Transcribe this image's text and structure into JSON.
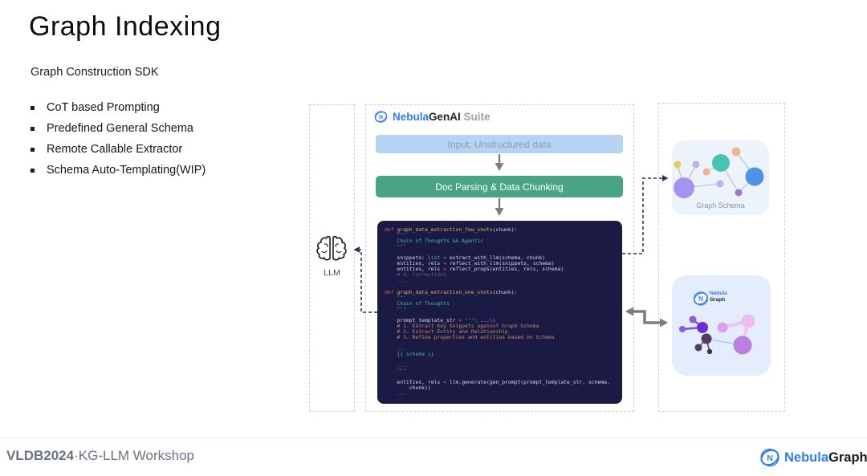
{
  "slide": {
    "title": "Graph Indexing",
    "subtitle": "Graph Construction SDK",
    "bullets": [
      "CoT based Prompting",
      "Predefined General Schema",
      "Remote Callable Extractor",
      "Schema Auto-Templating(WIP)"
    ]
  },
  "diagram": {
    "llm_label": "LLM",
    "suite_header": {
      "brand_nebula": "Nebula",
      "brand_genai": "GenAI",
      "brand_suite": " Suite"
    },
    "input_bar": "Input: Unstructured data",
    "process_bar": "Doc Parsing & Data Chunking",
    "schema_card_label": "Graph Schema",
    "nebula_card_logo": {
      "line1": "Nebula",
      "line2": "Graph"
    }
  },
  "code": {
    "lines": [
      [
        [
          "kw",
          "def "
        ],
        [
          "fn",
          "graph_data_extraction_few_shots"
        ],
        [
          "pl",
          "(chunk):"
        ]
      ],
      [
        [
          "doc",
          "    \"\"\""
        ]
      ],
      [
        [
          "docb",
          "    Chain of Thoughts && Agentic"
        ]
      ],
      [
        [
          "doc",
          "    \"\"\""
        ]
      ],
      [],
      [
        [
          "pl",
          "    snippets: "
        ],
        [
          "ty",
          "list"
        ],
        [
          "op",
          " = "
        ],
        [
          "pl",
          "extract_with_llm(schema, chunk)"
        ]
      ],
      [
        [
          "pl",
          "    entities, rels "
        ],
        [
          "op",
          "= "
        ],
        [
          "pl",
          "reflect_with_llm(snippets, schema)"
        ]
      ],
      [
        [
          "pl",
          "    entities, rels "
        ],
        [
          "op",
          "= "
        ],
        [
          "pl",
          "reflect_props(entities, rels, schema)"
        ]
      ],
      [
        [
          "cm",
          "    # 4. Corrections ..."
        ]
      ],
      [
        [
          "doc",
          "    ..."
        ]
      ],
      [],
      [
        [
          "kw",
          "def "
        ],
        [
          "fn",
          "graph_data_extraction_one_shots"
        ],
        [
          "pl",
          "(chunk):"
        ]
      ],
      [
        [
          "doc",
          "    \"\"\""
        ]
      ],
      [
        [
          "docb",
          "    Chain of Thoughts"
        ]
      ],
      [
        [
          "doc",
          "    \"\"\""
        ]
      ],
      [],
      [
        [
          "pl",
          "    prompt_template_str "
        ],
        [
          "op",
          "= "
        ],
        [
          "doc",
          "\"\"\"\\"
        ],
        [
          "pl",
          " ..."
        ],
        [
          "esc",
          "\\n"
        ]
      ],
      [
        [
          "str",
          "    # 1. Extract Key Snippets against Graph Schema"
        ]
      ],
      [
        [
          "str",
          "    # 2. Extract Entity and Relationship"
        ]
      ],
      [
        [
          "str",
          "    # 3. Refine properties and entities based on Schema"
        ]
      ],
      [],
      [
        [
          "doc",
          "    ..."
        ]
      ],
      [
        [
          "docb",
          "    {{ schema }}"
        ]
      ],
      [],
      [
        [
          "doc",
          "    ..."
        ]
      ],
      [
        [
          "doc",
          "    \"\"\""
        ]
      ],
      [],
      [
        [
          "pl",
          "    entities, rels "
        ],
        [
          "op",
          "= "
        ],
        [
          "pl",
          "llm.generate(gen_prompt(prompt_template_str, schema,"
        ]
      ],
      [
        [
          "pl",
          "        chunk))"
        ]
      ],
      [
        [
          "doc",
          "    ..."
        ]
      ]
    ]
  },
  "footer": {
    "conference": "VLDB2024",
    "workshop": "·KG-LLM Workshop",
    "logo_nebula": "Nebula",
    "logo_graph": "Graph"
  },
  "colors": {
    "title-ink": "#0c0c0c",
    "box-border": "#ccd1d8",
    "bar-blue-bg": "#b7d3f3",
    "bar-blue-text": "#8b9bb1",
    "bar-green-bg": "#49a486",
    "code-bg": "#1a1a45",
    "code-kw": "#e0566a",
    "code-fn": "#d7b45f",
    "code-pl": "#d4d7ea",
    "code-doc": "#3d8f86",
    "code-docb": "#45b5a5",
    "code-ty": "#4aa3e8",
    "code-cm": "#5c6188",
    "code-str": "#c78a5b",
    "code-esc": "#6f7bd9",
    "arrow-gray": "#7d7d7d",
    "connector-navy": "#33335c",
    "card-bg-light": "#edf3fc",
    "card-bg-blue": "#e3edfb",
    "footer-ink": "#6b7382"
  }
}
